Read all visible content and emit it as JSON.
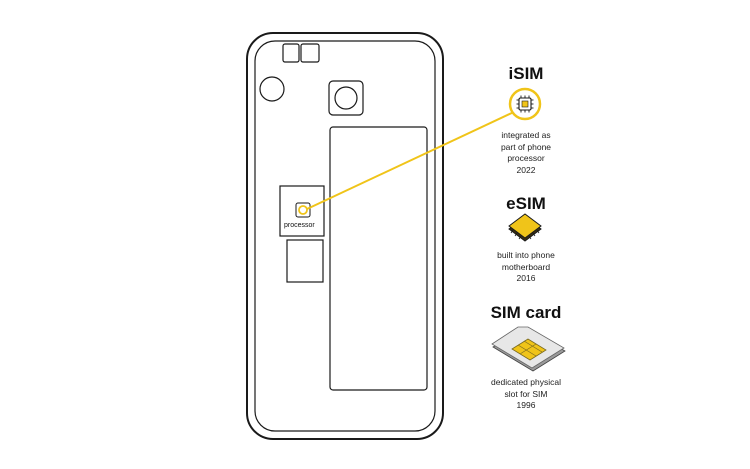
{
  "phone": {
    "processor_label": "processor"
  },
  "sims": [
    {
      "title": "iSIM",
      "icon": "chip-icon",
      "description": [
        "integrated as",
        "part of phone",
        "processor"
      ],
      "year": "2022"
    },
    {
      "title": "eSIM",
      "icon": "esim-chip-icon",
      "description": [
        "built into phone",
        "motherboard"
      ],
      "year": "2016"
    },
    {
      "title": "SIM card",
      "icon": "sim-card-icon",
      "description": [
        "dedicated physical",
        "slot for SIM"
      ],
      "year": "1996"
    }
  ],
  "colors": {
    "accent": "#f0c419",
    "stroke": "#1a1a1a",
    "background": "#ffffff"
  }
}
